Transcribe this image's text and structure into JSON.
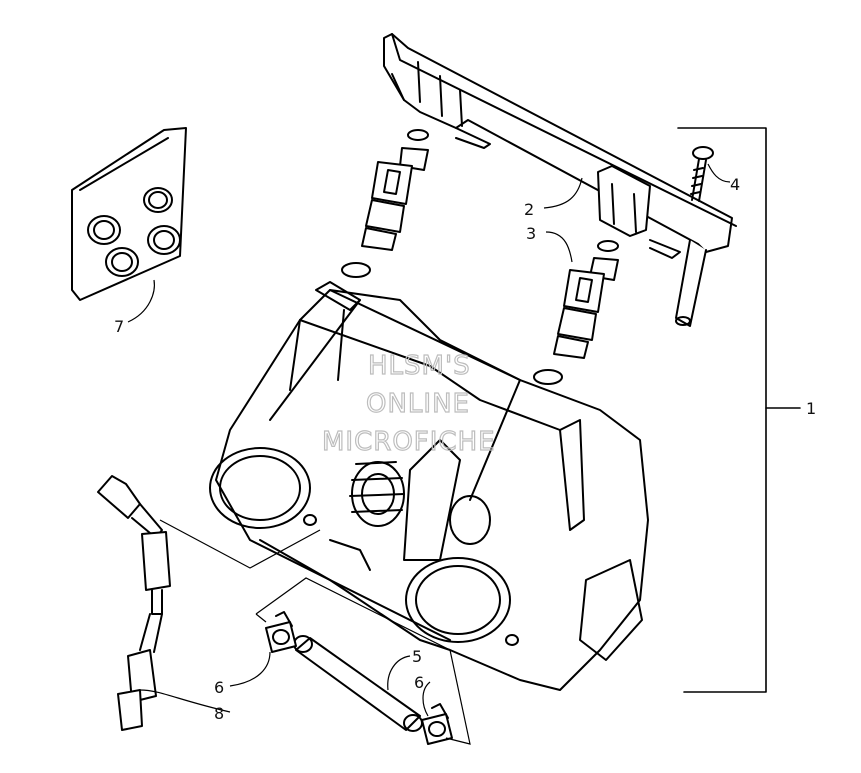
{
  "watermark": {
    "line1": "HLSM'S",
    "line2": "ONLINE",
    "line3": "MICROFICHE"
  },
  "callouts": {
    "c1": "1",
    "c2": "2",
    "c3": "3",
    "c4": "4",
    "c5": "5",
    "c6a": "6",
    "c6b": "6",
    "c7": "7",
    "c8": "8"
  }
}
